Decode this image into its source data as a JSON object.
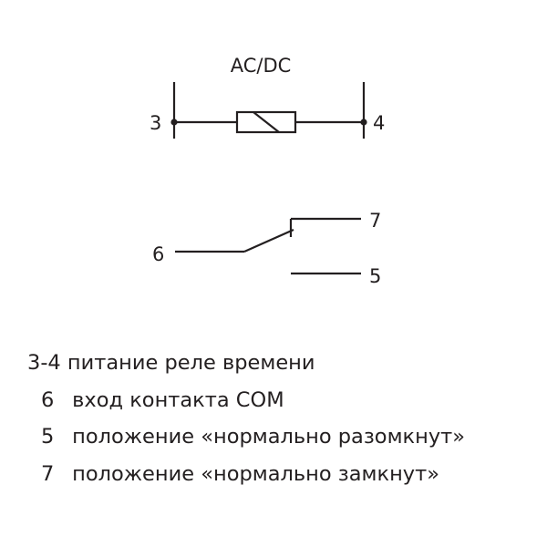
{
  "coil": {
    "supply_label": "AC/DC",
    "terminal_left": "3",
    "terminal_right": "4"
  },
  "contact": {
    "common": "6",
    "nc": "7",
    "no": "5"
  },
  "legend": [
    {
      "num": "3-4",
      "text": "питание реле времени"
    },
    {
      "num": "6",
      "text": "вход контакта COM"
    },
    {
      "num": "5",
      "text": "положение «нормально разомкнут»"
    },
    {
      "num": "7",
      "text": "положение «нормально замкнут»"
    }
  ]
}
